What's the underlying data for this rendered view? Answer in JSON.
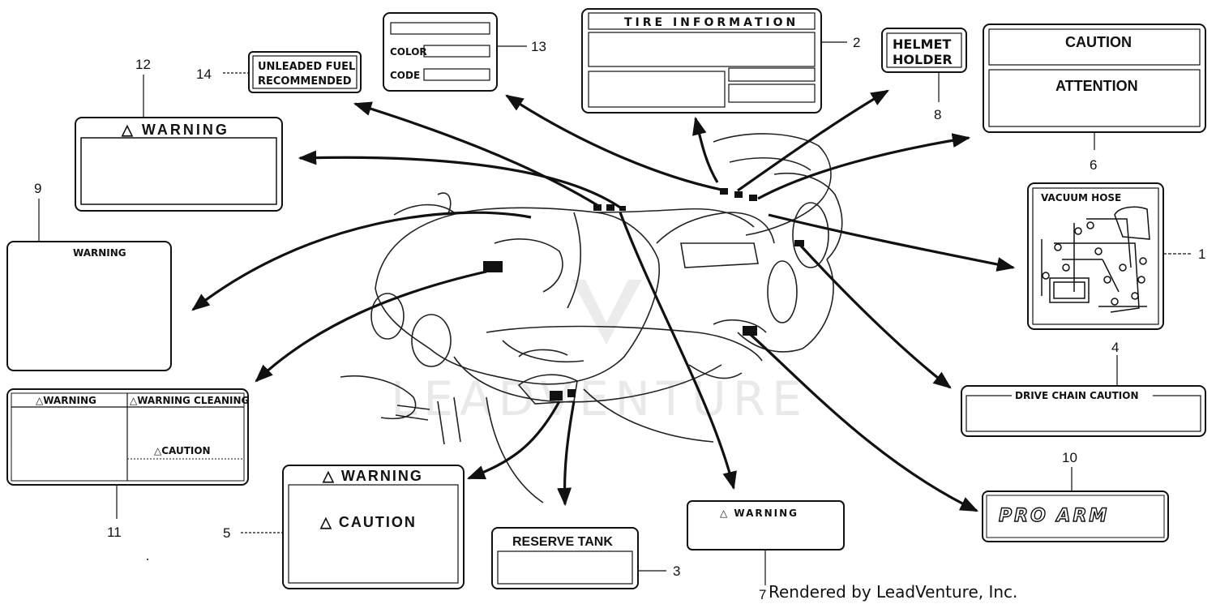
{
  "watermark": "LEADVENTURE",
  "credit": "Rendered by LeadVenture, Inc.",
  "callouts": {
    "n1": "1",
    "n2": "2",
    "n3": "3",
    "n4": "4",
    "n5": "5",
    "n6": "6",
    "n7": "7",
    "n8": "8",
    "n9": "9",
    "n10": "10",
    "n11": "11",
    "n12": "12",
    "n13": "13",
    "n14": "14"
  },
  "labels": {
    "tire_information": "TIRE INFORMATION",
    "helmet_line1": "HELMET",
    "helmet_line2": "HOLDER",
    "caution": "CAUTION",
    "attention": "ATTENTION",
    "vacuum_hose": "VACUUM HOSE",
    "drive_chain_caution": "DRIVE CHAIN CAUTION",
    "pro_arm": "PRO ARM",
    "warning7": "△ WARNING",
    "reserve_tank": "RESERVE TANK",
    "warning5": "△ WARNING",
    "caution5": "△ CAUTION",
    "warning11a": "△WARNING",
    "warning11b": "△WARNING CLEANING",
    "caution11": "△CAUTION",
    "warning9": "WARNING",
    "warning12": "△ WARNING",
    "unleaded_line1": "UNLEADED FUEL",
    "unleaded_line2": "RECOMMENDED",
    "color": "COLOR",
    "code": "CODE"
  }
}
